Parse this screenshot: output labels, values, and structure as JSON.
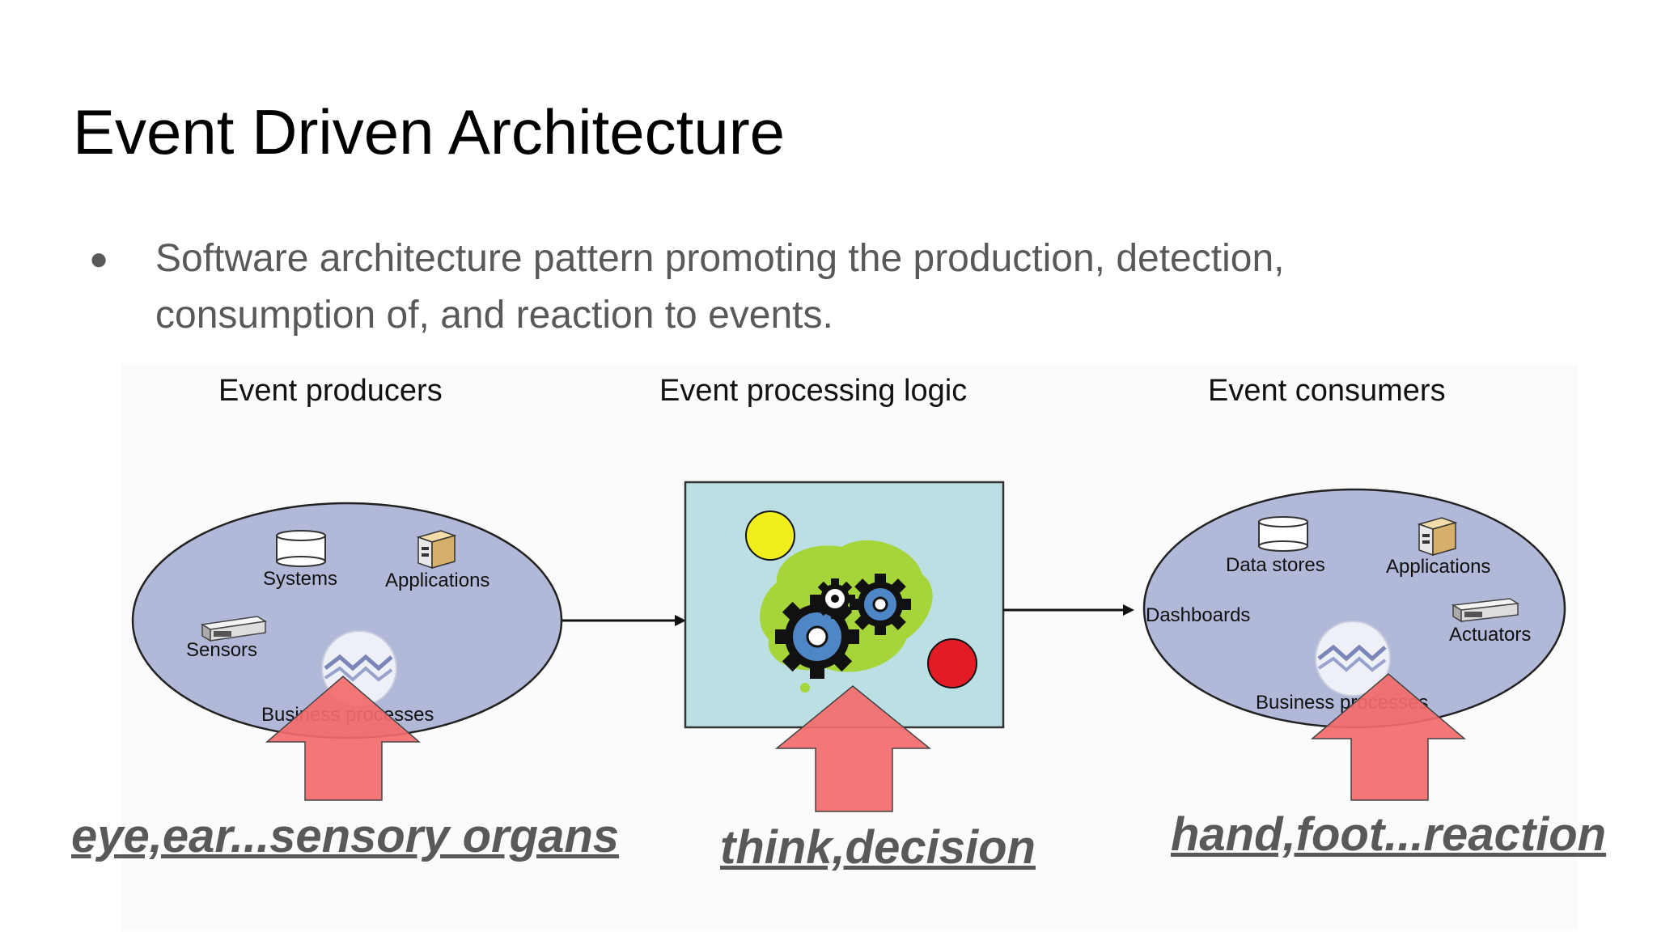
{
  "slide": {
    "title": "Event Driven Architecture",
    "bullet_symbol": "●",
    "bullet_text": "Software architecture pattern promoting the production, detection, consumption of, and reaction to events."
  },
  "diagram": {
    "columns": {
      "producers": "Event producers",
      "processing": "Event processing logic",
      "consumers": "Event consumers"
    },
    "producers": {
      "systems": "Systems",
      "applications": "Applications",
      "sensors": "Sensors",
      "business_processes": "Business processes"
    },
    "consumers": {
      "data_stores": "Data stores",
      "applications": "Applications",
      "dashboards": "Dashboards",
      "actuators": "Actuators",
      "business_processes": "Business processes"
    },
    "colors": {
      "oval_fill": "#b2b8d8",
      "processing_fill": "#bcdfe4",
      "arrow_fill": "#f36b6b",
      "caption_color": "#595959"
    }
  },
  "captions": {
    "producers": "eye,ear...sensory organs",
    "processing": "think,decision",
    "consumers": "hand,foot...reaction"
  }
}
